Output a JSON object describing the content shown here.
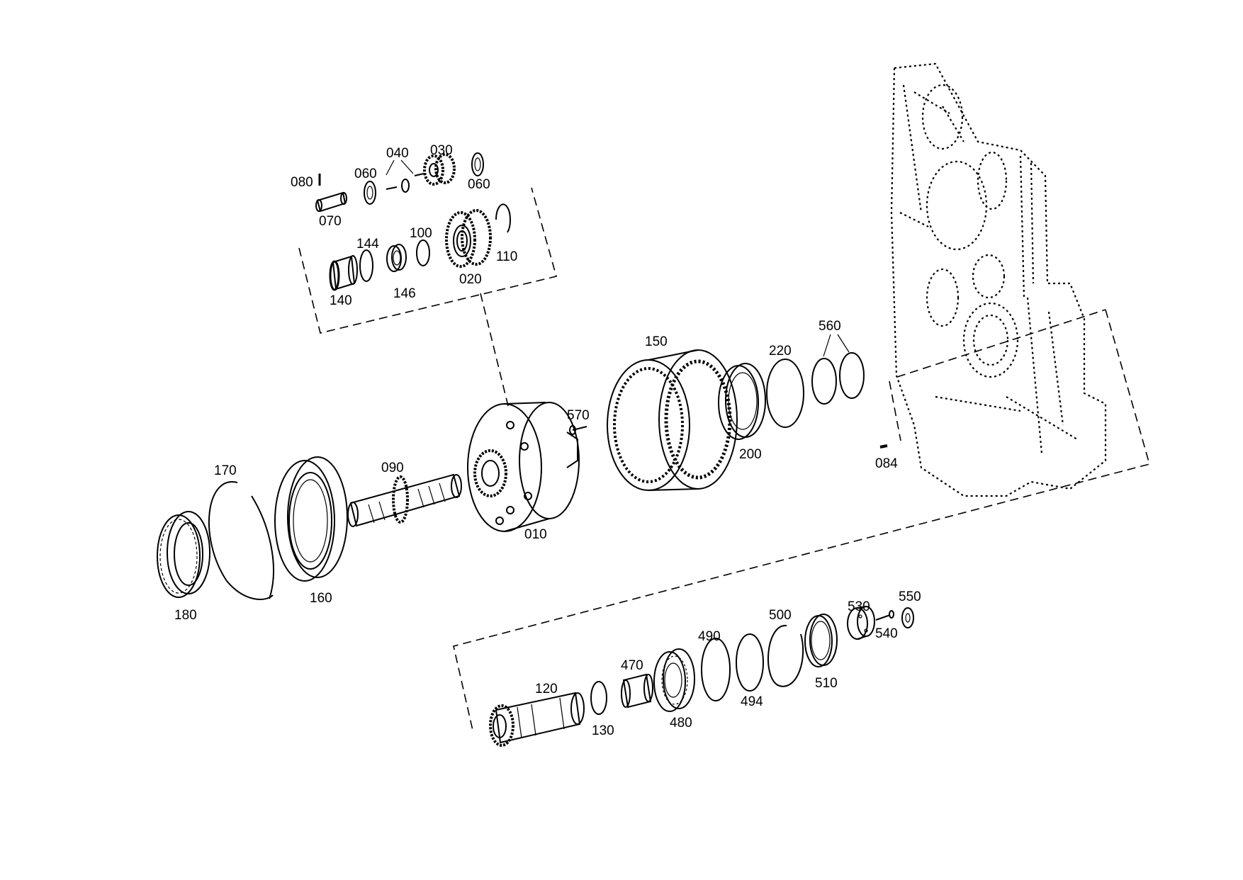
{
  "parts": {
    "p010": "010",
    "p020": "020",
    "p030": "030",
    "p040": "040",
    "p060a": "060",
    "p060b": "060",
    "p070": "070",
    "p080": "080",
    "p084": "084",
    "p090": "090",
    "p100": "100",
    "p110": "110",
    "p120": "120",
    "p130": "130",
    "p140": "140",
    "p144": "144",
    "p146": "146",
    "p150": "150",
    "p160": "160",
    "p170": "170",
    "p180": "180",
    "p200": "200",
    "p220": "220",
    "p470": "470",
    "p480": "480",
    "p490": "490",
    "p494": "494",
    "p500": "500",
    "p510": "510",
    "p530": "530",
    "p540": "540",
    "p550": "550",
    "p560": "560",
    "p570": "570"
  }
}
